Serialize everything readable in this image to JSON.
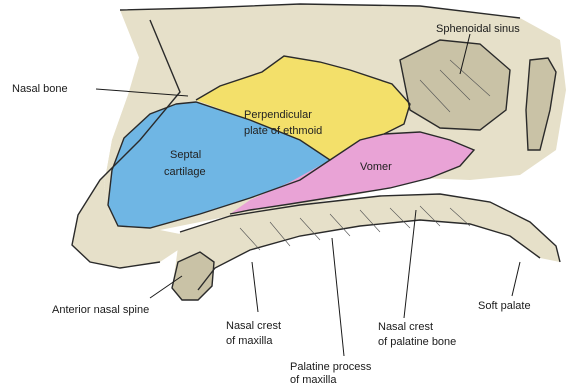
{
  "colors": {
    "bone": "#e6e0c9",
    "bone_shadow": "#c9c2a6",
    "cartilage": "#6fb6e4",
    "ethmoid": "#f3e06a",
    "vomer": "#e9a3d6",
    "outline": "#2a2a2a",
    "background": "#ffffff"
  },
  "labels": {
    "nasal_bone": "Nasal bone",
    "sphenoidal_sinus": "Sphenoidal sinus",
    "perpendicular_plate_line1": "Perpendicular",
    "perpendicular_plate_line2": "plate of ethmoid",
    "septal_cartilage_line1": "Septal",
    "septal_cartilage_line2": "cartilage",
    "vomer": "Vomer",
    "anterior_nasal_spine": "Anterior nasal spine",
    "nasal_crest_maxilla_line1": "Nasal crest",
    "nasal_crest_maxilla_line2": "of maxilla",
    "palatine_process_line1": "Palatine process",
    "palatine_process_line2": "of maxilla",
    "nasal_crest_palatine_line1": "Nasal crest",
    "nasal_crest_palatine_line2": "of palatine bone",
    "soft_palate": "Soft palate"
  }
}
